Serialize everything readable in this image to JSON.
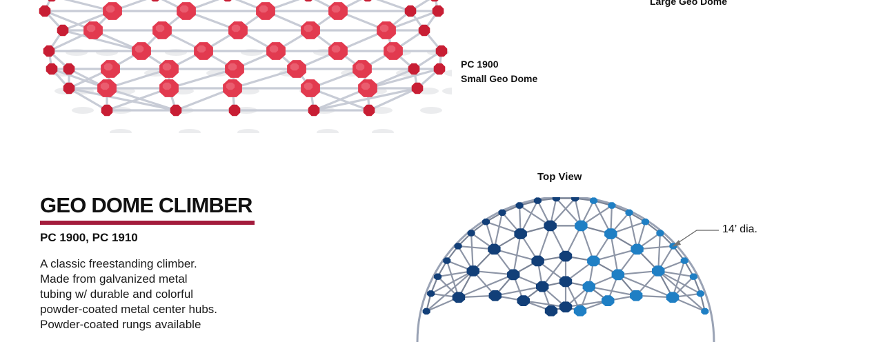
{
  "products": {
    "large_dome_name": "Large Geo Dome",
    "small_dome_code": "PC 1900",
    "small_dome_name": "Small Geo Dome"
  },
  "top_view": {
    "label": "Top View",
    "diameter": "14’ dia."
  },
  "section": {
    "title": "GEO DOME CLIMBER",
    "models": "PC 1900, PC 1910",
    "description_lines": [
      "A classic freestanding climber.",
      "Made from galvanized metal",
      "tubing w/ durable and colorful",
      "powder-coated metal center hubs.",
      "Powder-coated rungs available"
    ]
  },
  "colors": {
    "accent_rule": "#a31c3c",
    "red_hub": "#e23a4f",
    "red_hub_dark": "#c81e34",
    "blue_hub_dark": "#123f78",
    "blue_hub_light": "#1f7fc4",
    "tubing": "#c8ccd6"
  }
}
